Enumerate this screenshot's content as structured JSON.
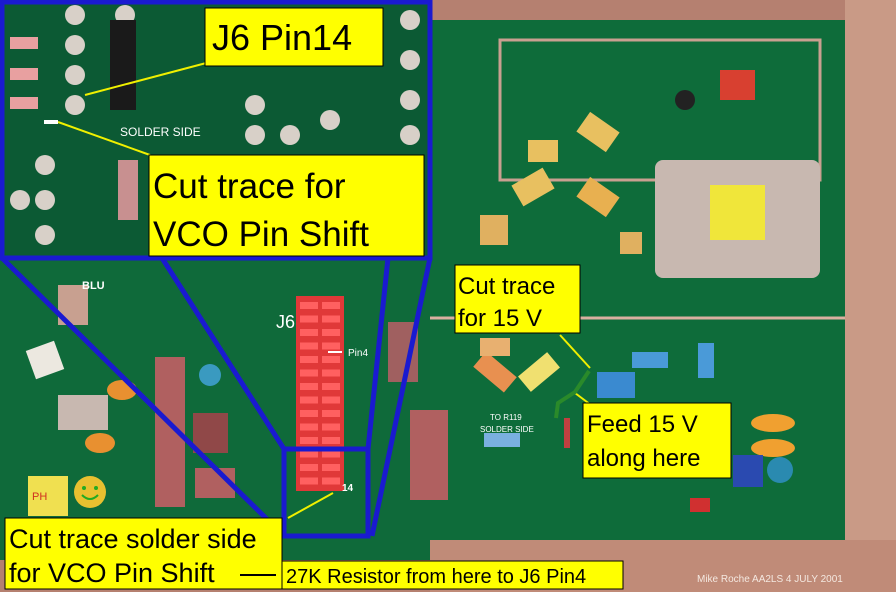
{
  "inset": {
    "pin_label": "J6 Pin14",
    "solder_side": "SOLDER SIDE",
    "cut_trace_line1": "Cut trace for",
    "cut_trace_line2": "VCO Pin Shift"
  },
  "board": {
    "j6": "J6",
    "pin4": "Pin4",
    "pin14": "14",
    "blu": "BLU",
    "ph": "PH",
    "to_r119": "TO R119",
    "to_r119_side": "SOLDER SIDE"
  },
  "callouts": {
    "cut15_line1": "Cut trace",
    "cut15_line2": "for 15 V",
    "feed_line1": "Feed 15 V",
    "feed_line2": "along here",
    "bottom_line1": "Cut trace solder side",
    "bottom_line2": "for VCO Pin Shift",
    "resistor": "27K Resistor from here to J6 Pin4"
  },
  "signature": "Mike Roche  AA2LS  4 JULY 2001",
  "colors": {
    "label_bg": "#ffff00",
    "highlight": "#1a1ad0",
    "pcb": "#0f6a3a"
  }
}
